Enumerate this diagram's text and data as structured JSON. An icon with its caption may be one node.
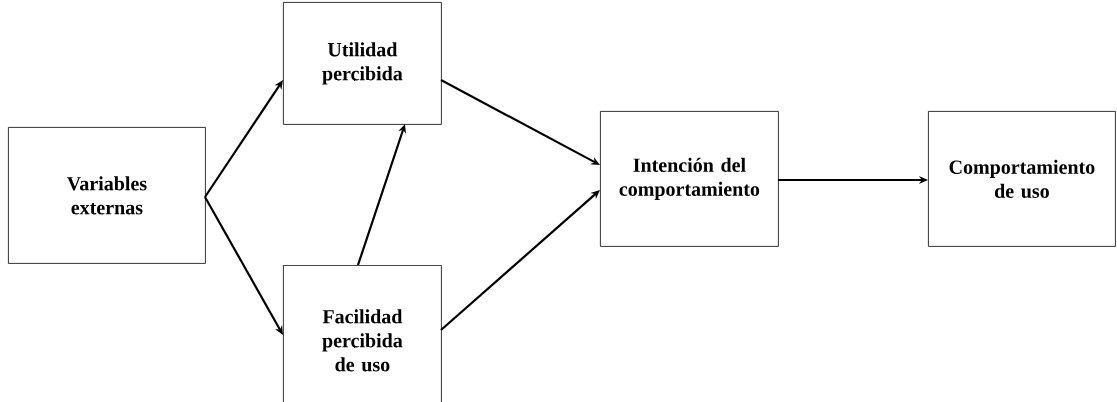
{
  "diagram": {
    "nodes": [
      {
        "text": [
          "Variables externas"
        ]
      },
      {
        "text": [
          "Utilidad percibida"
        ]
      },
      {
        "text": [
          "Facilidad percibida de uso"
        ]
      },
      {
        "text": [
          "Intención del comportamiento"
        ]
      },
      {
        "text": [
          "Comportamiento de uso"
        ]
      }
    ],
    "edges": [
      {
        "from": 0,
        "to": 1,
        "arrow": "to"
      },
      {
        "from": 0,
        "to": 2,
        "arrow": "to"
      },
      {
        "from": 2,
        "to": 1,
        "arrow": "to"
      },
      {
        "from": 1,
        "to": 3,
        "arrow": "to"
      },
      {
        "from": 2,
        "to": 3,
        "arrow": "to"
      },
      {
        "from": 3,
        "to": 4,
        "arrow": "to"
      }
    ]
  }
}
